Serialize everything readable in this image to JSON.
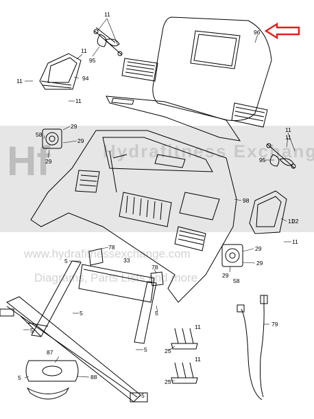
{
  "watermark": {
    "logo_letters": "Hf",
    "brand": "Hydrafitness Exchange",
    "url": "www.hydrafitnessexchange.com",
    "tagline": "Diagrams, Parts Lists and more"
  },
  "callouts": [
    {
      "id": "c11a",
      "label": "11"
    },
    {
      "id": "c11b",
      "label": "11"
    },
    {
      "id": "c95a",
      "label": "95"
    },
    {
      "id": "c11c",
      "label": "11"
    },
    {
      "id": "c94",
      "label": "94"
    },
    {
      "id": "c11d",
      "label": "11"
    },
    {
      "id": "c96",
      "label": "96"
    },
    {
      "id": "c58a",
      "label": "58"
    },
    {
      "id": "c29a",
      "label": "29"
    },
    {
      "id": "c29b",
      "label": "29"
    },
    {
      "id": "c29c",
      "label": "29"
    },
    {
      "id": "c11e",
      "label": "11"
    },
    {
      "id": "c11f",
      "label": "11"
    },
    {
      "id": "c95b",
      "label": "95"
    },
    {
      "id": "c98",
      "label": "98"
    },
    {
      "id": "c32",
      "label": "32"
    },
    {
      "id": "c11g",
      "label": "11"
    },
    {
      "id": "c11h",
      "label": "11"
    },
    {
      "id": "c78a",
      "label": "78"
    },
    {
      "id": "c5a",
      "label": "5"
    },
    {
      "id": "c33",
      "label": "33"
    },
    {
      "id": "c78b",
      "label": "78"
    },
    {
      "id": "c5b",
      "label": "5"
    },
    {
      "id": "c29d",
      "label": "29"
    },
    {
      "id": "c29e",
      "label": "29"
    },
    {
      "id": "c29f",
      "label": "29"
    },
    {
      "id": "c58b",
      "label": "58"
    },
    {
      "id": "c5c",
      "label": "5"
    },
    {
      "id": "c5d",
      "label": "5"
    },
    {
      "id": "c5e",
      "label": "5"
    },
    {
      "id": "c79",
      "label": "79"
    },
    {
      "id": "c11i",
      "label": "11"
    },
    {
      "id": "c25a",
      "label": "25"
    },
    {
      "id": "c11j",
      "label": "11"
    },
    {
      "id": "c25b",
      "label": "25"
    },
    {
      "id": "c87",
      "label": "87"
    },
    {
      "id": "c88",
      "label": "88"
    },
    {
      "id": "c5f",
      "label": "5"
    },
    {
      "id": "c5g",
      "label": "5"
    }
  ],
  "colors": {
    "line": "#000000",
    "highlight_arrow": "#e0201e",
    "band": "#e6e6e6"
  }
}
